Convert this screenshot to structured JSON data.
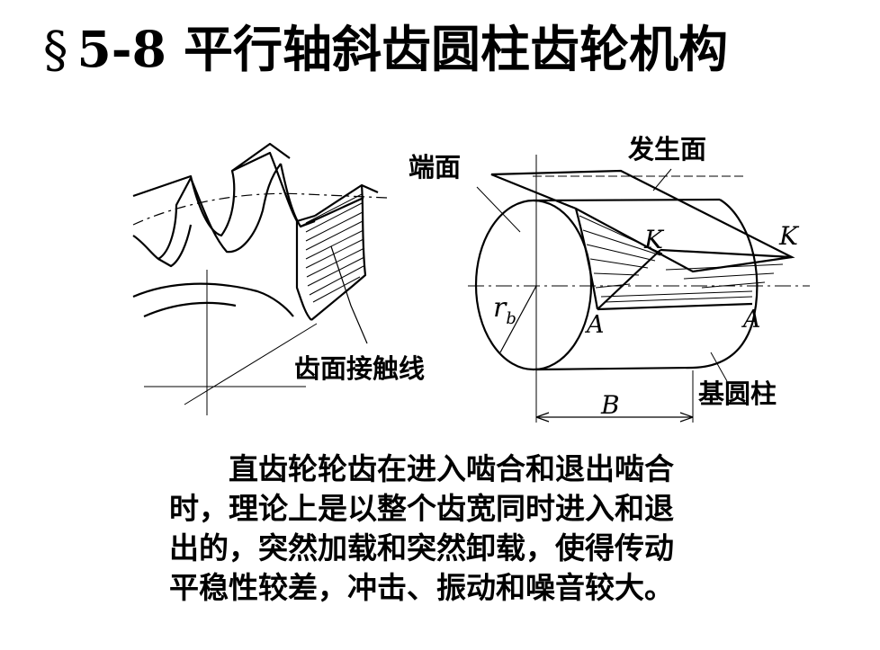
{
  "slide": {
    "section_mark": "§",
    "title": "5-8 平行轴斜齿圆柱齿轮机构"
  },
  "figure": {
    "labels": {
      "end_face": "端面",
      "generating_plane": "发生面",
      "tooth_contact_line": "齿面接触线",
      "base_cylinder": "基圆柱",
      "K1": "K",
      "K2": "K",
      "A1": "A",
      "A2": "A",
      "rb": "r",
      "rb_sub": "b",
      "B": "B"
    }
  },
  "paragraph": {
    "lines": [
      "直齿轮轮齿在进入啮合和退出啮合",
      "时，理论上是以整个齿宽同时进入和退",
      "出的，突然加载和突然卸载，使得传动",
      "平稳性较差，冲击、振动和噪音较大。"
    ]
  }
}
